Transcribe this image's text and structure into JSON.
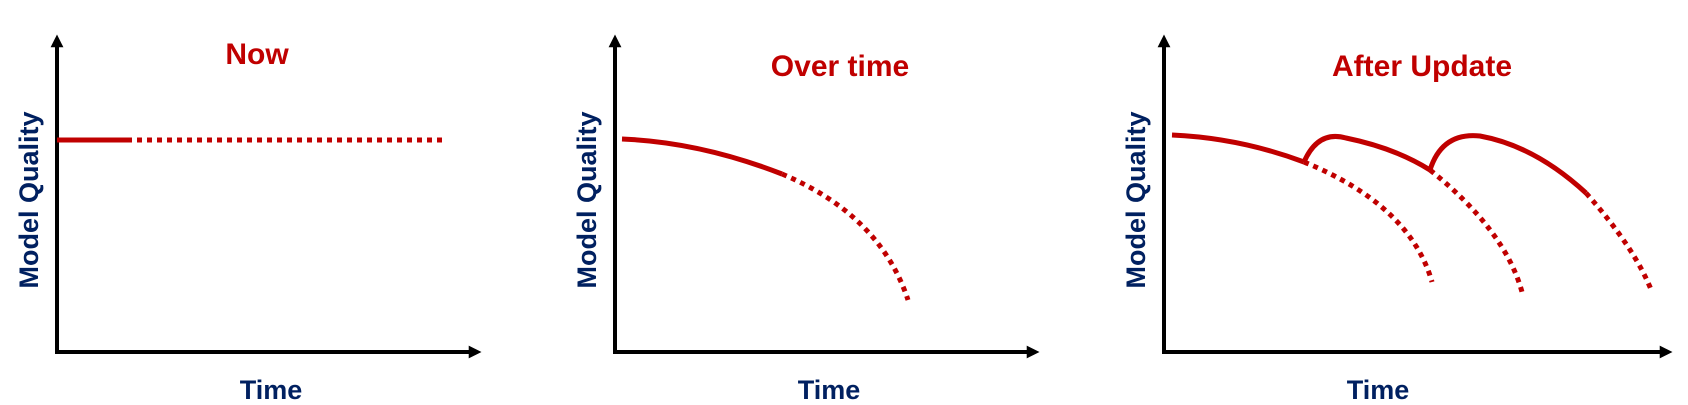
{
  "colors": {
    "axis": "#000000",
    "title": "#c00000",
    "label": "#002060",
    "curve": "#c00000"
  },
  "panels": [
    {
      "title": "Now",
      "xlabel": "Time",
      "ylabel": "Model Quality"
    },
    {
      "title": "Over time",
      "xlabel": "Time",
      "ylabel": "Model Quality"
    },
    {
      "title": "After Update",
      "xlabel": "Time",
      "ylabel": "Model Quality"
    }
  ]
}
